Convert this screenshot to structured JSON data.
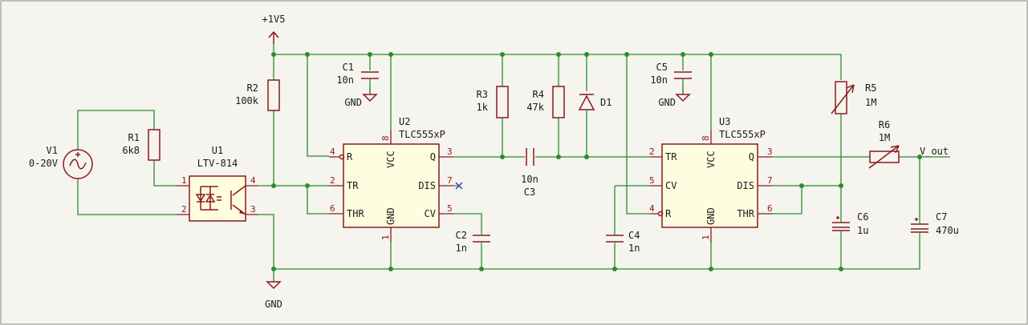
{
  "power": {
    "vcc": "+1V5",
    "gnd": "GND"
  },
  "v1": {
    "ref": "V1",
    "value": "0-20V"
  },
  "r1": {
    "ref": "R1",
    "value": "6k8"
  },
  "r2": {
    "ref": "R2",
    "value": "100k"
  },
  "r3": {
    "ref": "R3",
    "value": "1k"
  },
  "r4": {
    "ref": "R4",
    "value": "47k"
  },
  "r5": {
    "ref": "R5",
    "value": "1M"
  },
  "r6": {
    "ref": "R6",
    "value": "1M"
  },
  "c1": {
    "ref": "C1",
    "value": "10n",
    "gnd": "GND"
  },
  "c2": {
    "ref": "C2",
    "value": "1n"
  },
  "c3": {
    "ref": "C3",
    "value": "10n"
  },
  "c4": {
    "ref": "C4",
    "value": "1n"
  },
  "c5": {
    "ref": "C5",
    "value": "10n",
    "gnd": "GND"
  },
  "c6": {
    "ref": "C6",
    "value": "1u"
  },
  "c7": {
    "ref": "C7",
    "value": "470u"
  },
  "d1": {
    "ref": "D1"
  },
  "u1": {
    "ref": "U1",
    "value": "LTV-814",
    "pins": [
      "1",
      "2",
      "3",
      "4"
    ]
  },
  "u2": {
    "ref": "U2",
    "value": "TLC555xP",
    "pins": {
      "r": "4",
      "tr": "2",
      "thr": "6",
      "q": "3",
      "dis": "7",
      "cv": "5",
      "vcc": "8",
      "gnd": "1"
    },
    "labels": {
      "r": "R",
      "tr": "TR",
      "thr": "THR",
      "q": "Q",
      "dis": "DIS",
      "cv": "CV",
      "vcc": "VCC",
      "gnd": "GND"
    }
  },
  "u3": {
    "ref": "U3",
    "value": "TLC555xP",
    "pins": {
      "tr": "2",
      "cv": "5",
      "r": "4",
      "q": "3",
      "dis": "7",
      "thr": "6",
      "vcc": "8",
      "gnd": "1"
    },
    "labels": {
      "tr": "TR",
      "cv": "CV",
      "r": "R",
      "q": "Q",
      "dis": "DIS",
      "thr": "THR",
      "vcc": "VCC",
      "gnd": "GND"
    }
  },
  "net_out": "V_out"
}
